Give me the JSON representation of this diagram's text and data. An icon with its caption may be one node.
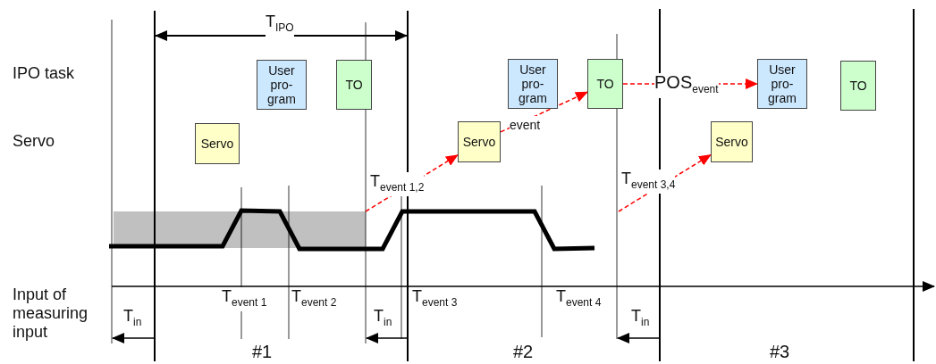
{
  "diagram": {
    "nodes": [
      {
        "text": [
          "User pro- gram"
        ]
      },
      {
        "text": [
          "TO"
        ]
      },
      {
        "text": [
          "User pro- gram"
        ]
      },
      {
        "text": [
          "TO"
        ]
      },
      {
        "text": [
          "User pro- gram"
        ]
      },
      {
        "text": [
          "TO"
        ]
      },
      {
        "text": [
          "Servo"
        ]
      },
      {
        "text": [
          "Servo"
        ]
      },
      {
        "text": [
          "Servo"
        ]
      },
      {
        "text": [],
        "shape": "bar"
      }
    ],
    "edges": [
      {
        "from": 9,
        "to": 7,
        "arrow": "to",
        "label": "T$_{event 1,2}$",
        "style": "dashed",
        "color": "#ff0000"
      },
      {
        "from": 7,
        "to": 3,
        "arrow": "to",
        "label": "event",
        "style": "dashed",
        "color": "#ff0000"
      },
      {
        "from": 3,
        "to": 4,
        "arrow": "to",
        "label": "POS$_{event}$",
        "style": "dashed",
        "color": "#ff0000"
      },
      {
        "from": null,
        "to": 8,
        "arrow": "to",
        "label": "T$_{event 3,4}$",
        "style": "dashed",
        "color": "#ff0000"
      }
    ],
    "labels": [
      "T$_{IPO}$",
      "IPO task",
      "Servo",
      "Input of measuring input",
      "T$_{event 1}$",
      "T$_{event 2}$",
      "T$_{event 3}$",
      "T$_{event 4}$",
      "T$_{in}$",
      "T$_{in}$",
      "T$_{in}$",
      "#1",
      "#2",
      "#3"
    ]
  }
}
